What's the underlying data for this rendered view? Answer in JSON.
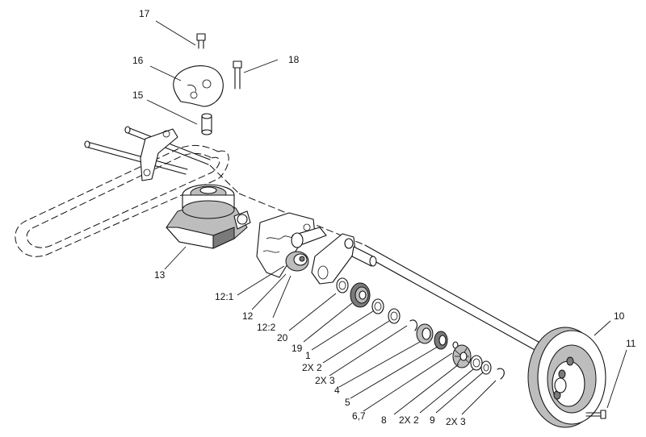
{
  "callouts": [
    {
      "id": "c17",
      "text": "17"
    },
    {
      "id": "c16",
      "text": "16"
    },
    {
      "id": "c18",
      "text": "18"
    },
    {
      "id": "c15",
      "text": "15"
    },
    {
      "id": "c13",
      "text": "13"
    },
    {
      "id": "c12-1",
      "text": "12:1"
    },
    {
      "id": "c12",
      "text": "12"
    },
    {
      "id": "c12-2",
      "text": "12:2"
    },
    {
      "id": "c20",
      "text": "20"
    },
    {
      "id": "c19",
      "text": "19"
    },
    {
      "id": "c1",
      "text": "1"
    },
    {
      "id": "c2x2a",
      "text": "2X 2"
    },
    {
      "id": "c2x3a",
      "text": "2X 3"
    },
    {
      "id": "c4",
      "text": "4"
    },
    {
      "id": "c5",
      "text": "5"
    },
    {
      "id": "c6-7",
      "text": "6,7"
    },
    {
      "id": "c8",
      "text": "8"
    },
    {
      "id": "c2x2b",
      "text": "2X 2"
    },
    {
      "id": "c9",
      "text": "9"
    },
    {
      "id": "c2x3b",
      "text": "2X 3"
    },
    {
      "id": "c10",
      "text": "10"
    },
    {
      "id": "c11",
      "text": "11"
    }
  ]
}
